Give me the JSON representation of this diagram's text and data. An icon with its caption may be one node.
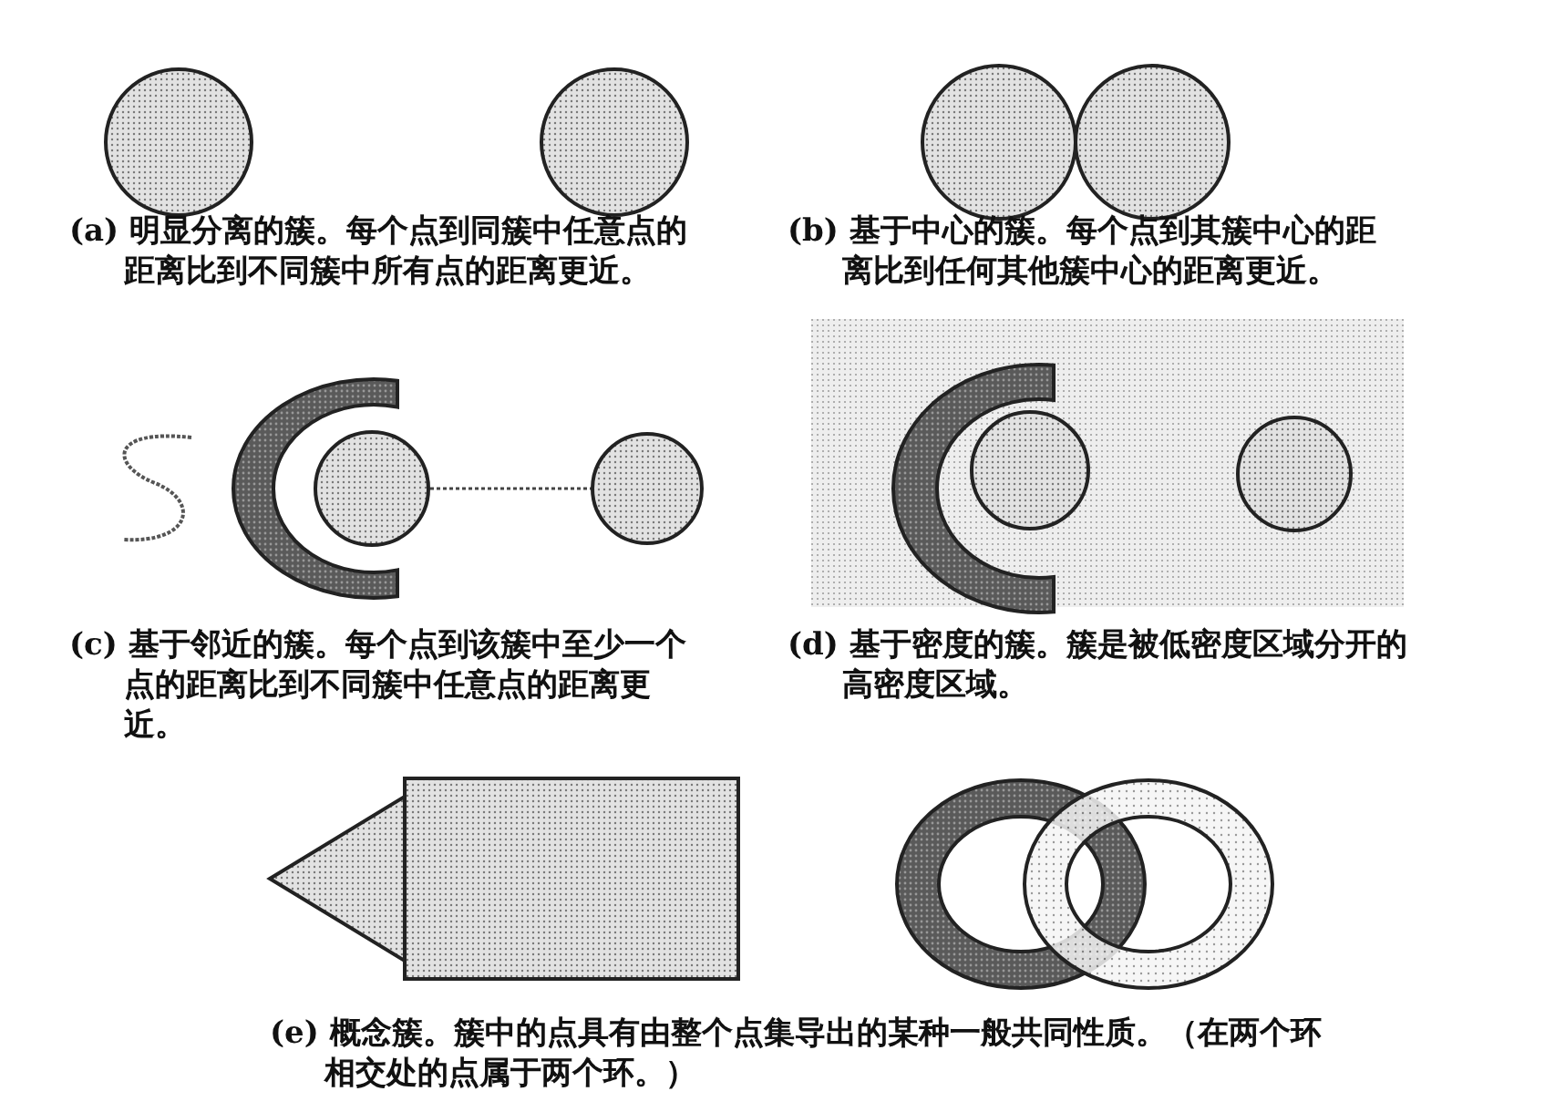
{
  "diagram": {
    "nodes": [
      {
        "text": [],
        "shape": "circle"
      },
      {
        "text": [],
        "shape": "circle"
      }
    ],
    "edges": [
      {
        "from": 0,
        "to": 1,
        "arrow": "none",
        "style": "dashed"
      }
    ],
    "labels": [
      "(a) 明显分离的簇。每个点到同簇中任意点的距离比到不同簇中所有点的距离更近。",
      "(b) 基于中心的簇。每个点到其簇中心的距离比到任何其他簇中心的距离更近。",
      "(c) 基于邻近的簇。每个点到该簇中至少一个点的距离比到不同簇中任意点的距离更近。",
      "(d) 基于密度的簇。簇是被低密度区域分开的高密度区域。",
      "(e) 概念簇。簇中的点具有由整个点集导出的某种一般共同性质。（在两个环相交处的点属于两个环。）"
    ]
  }
}
